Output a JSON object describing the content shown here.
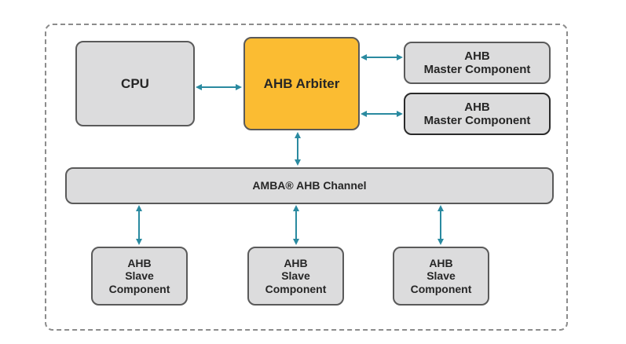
{
  "diagram": {
    "colors": {
      "arrow": "#2a8aa0",
      "arbiter": "#fbbc32",
      "component": "#dcdcdd"
    },
    "nodes": {
      "cpu": "CPU",
      "arbiter": "AHB Arbiter",
      "master1": "AHB\nMaster Component",
      "master2": "AHB\nMaster Component",
      "channel": "AMBA® AHB Channel",
      "slave1": "AHB\nSlave\nComponent",
      "slave2": "AHB\nSlave\nComponent",
      "slave3": "AHB\nSlave\nComponent"
    },
    "edges": [
      {
        "from": "cpu",
        "to": "arbiter",
        "bidirectional": true
      },
      {
        "from": "arbiter",
        "to": "master1",
        "bidirectional": true
      },
      {
        "from": "arbiter",
        "to": "master2",
        "bidirectional": true
      },
      {
        "from": "arbiter",
        "to": "channel",
        "bidirectional": true
      },
      {
        "from": "channel",
        "to": "slave1",
        "bidirectional": true
      },
      {
        "from": "channel",
        "to": "slave2",
        "bidirectional": true
      },
      {
        "from": "channel",
        "to": "slave3",
        "bidirectional": true
      }
    ]
  }
}
